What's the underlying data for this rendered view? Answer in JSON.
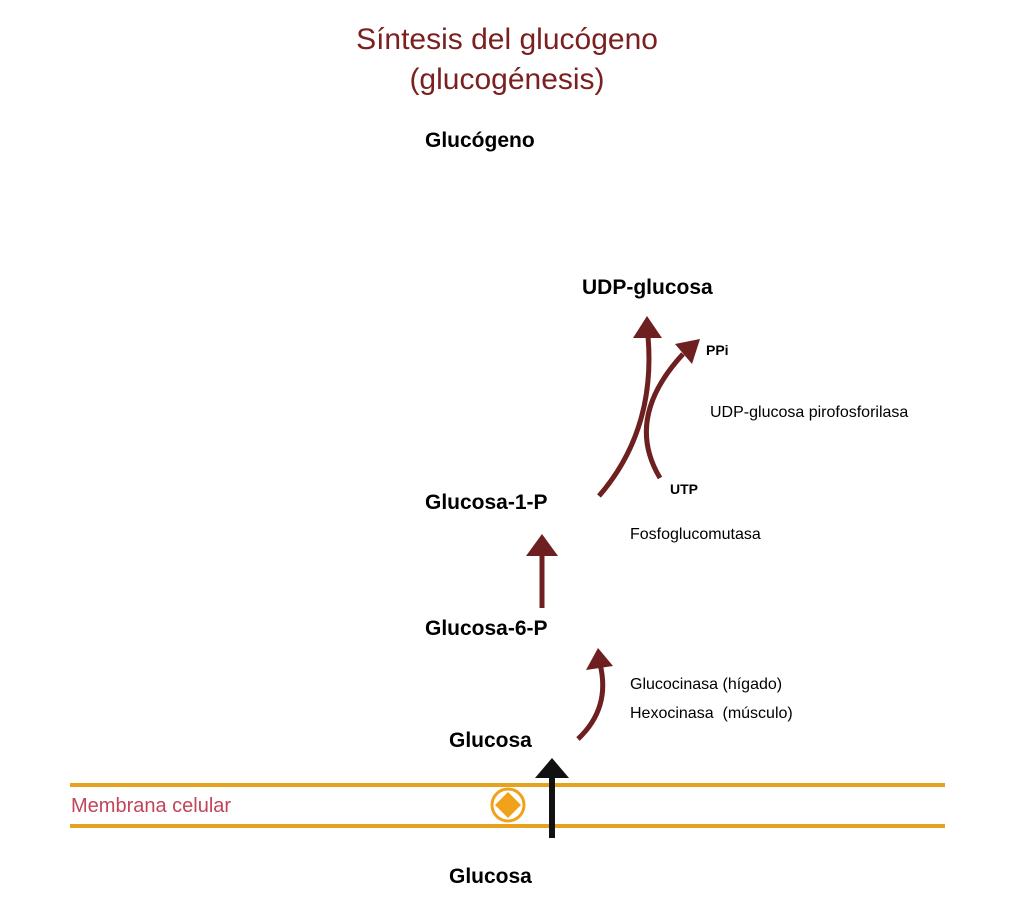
{
  "title": {
    "line1": "Síntesis del glucógeno",
    "line2": "(glucogénesis)"
  },
  "nodes": {
    "glucogeno": "Glucógeno",
    "udp_glucosa": "UDP-glucosa",
    "ppi": "PPi",
    "utp": "UTP",
    "glucosa_1_p": "Glucosa-1-P",
    "glucosa_6_p": "Glucosa-6-P",
    "glucosa_in": "Glucosa",
    "glucosa_out": "Glucosa"
  },
  "enzymes": {
    "pirofosforilasa": "UDP-glucosa pirofosforilasa",
    "fosfoglucomutasa": "Fosfoglucomutasa",
    "glucocinasa": "Glucocinasa (hígado)",
    "hexocinasa": "Hexocinasa  (músculo)"
  },
  "membrane": {
    "label": "Membrana celular"
  },
  "colors": {
    "title": "#7a2020",
    "arrow": "#6e1f1f",
    "membrane_line": "#e6a11f",
    "membrane_label": "#c0455a",
    "transport_arrow": "#111111",
    "transporter": "#f0a21a"
  },
  "icons": {
    "transporter": "diamond-in-circle-icon"
  }
}
